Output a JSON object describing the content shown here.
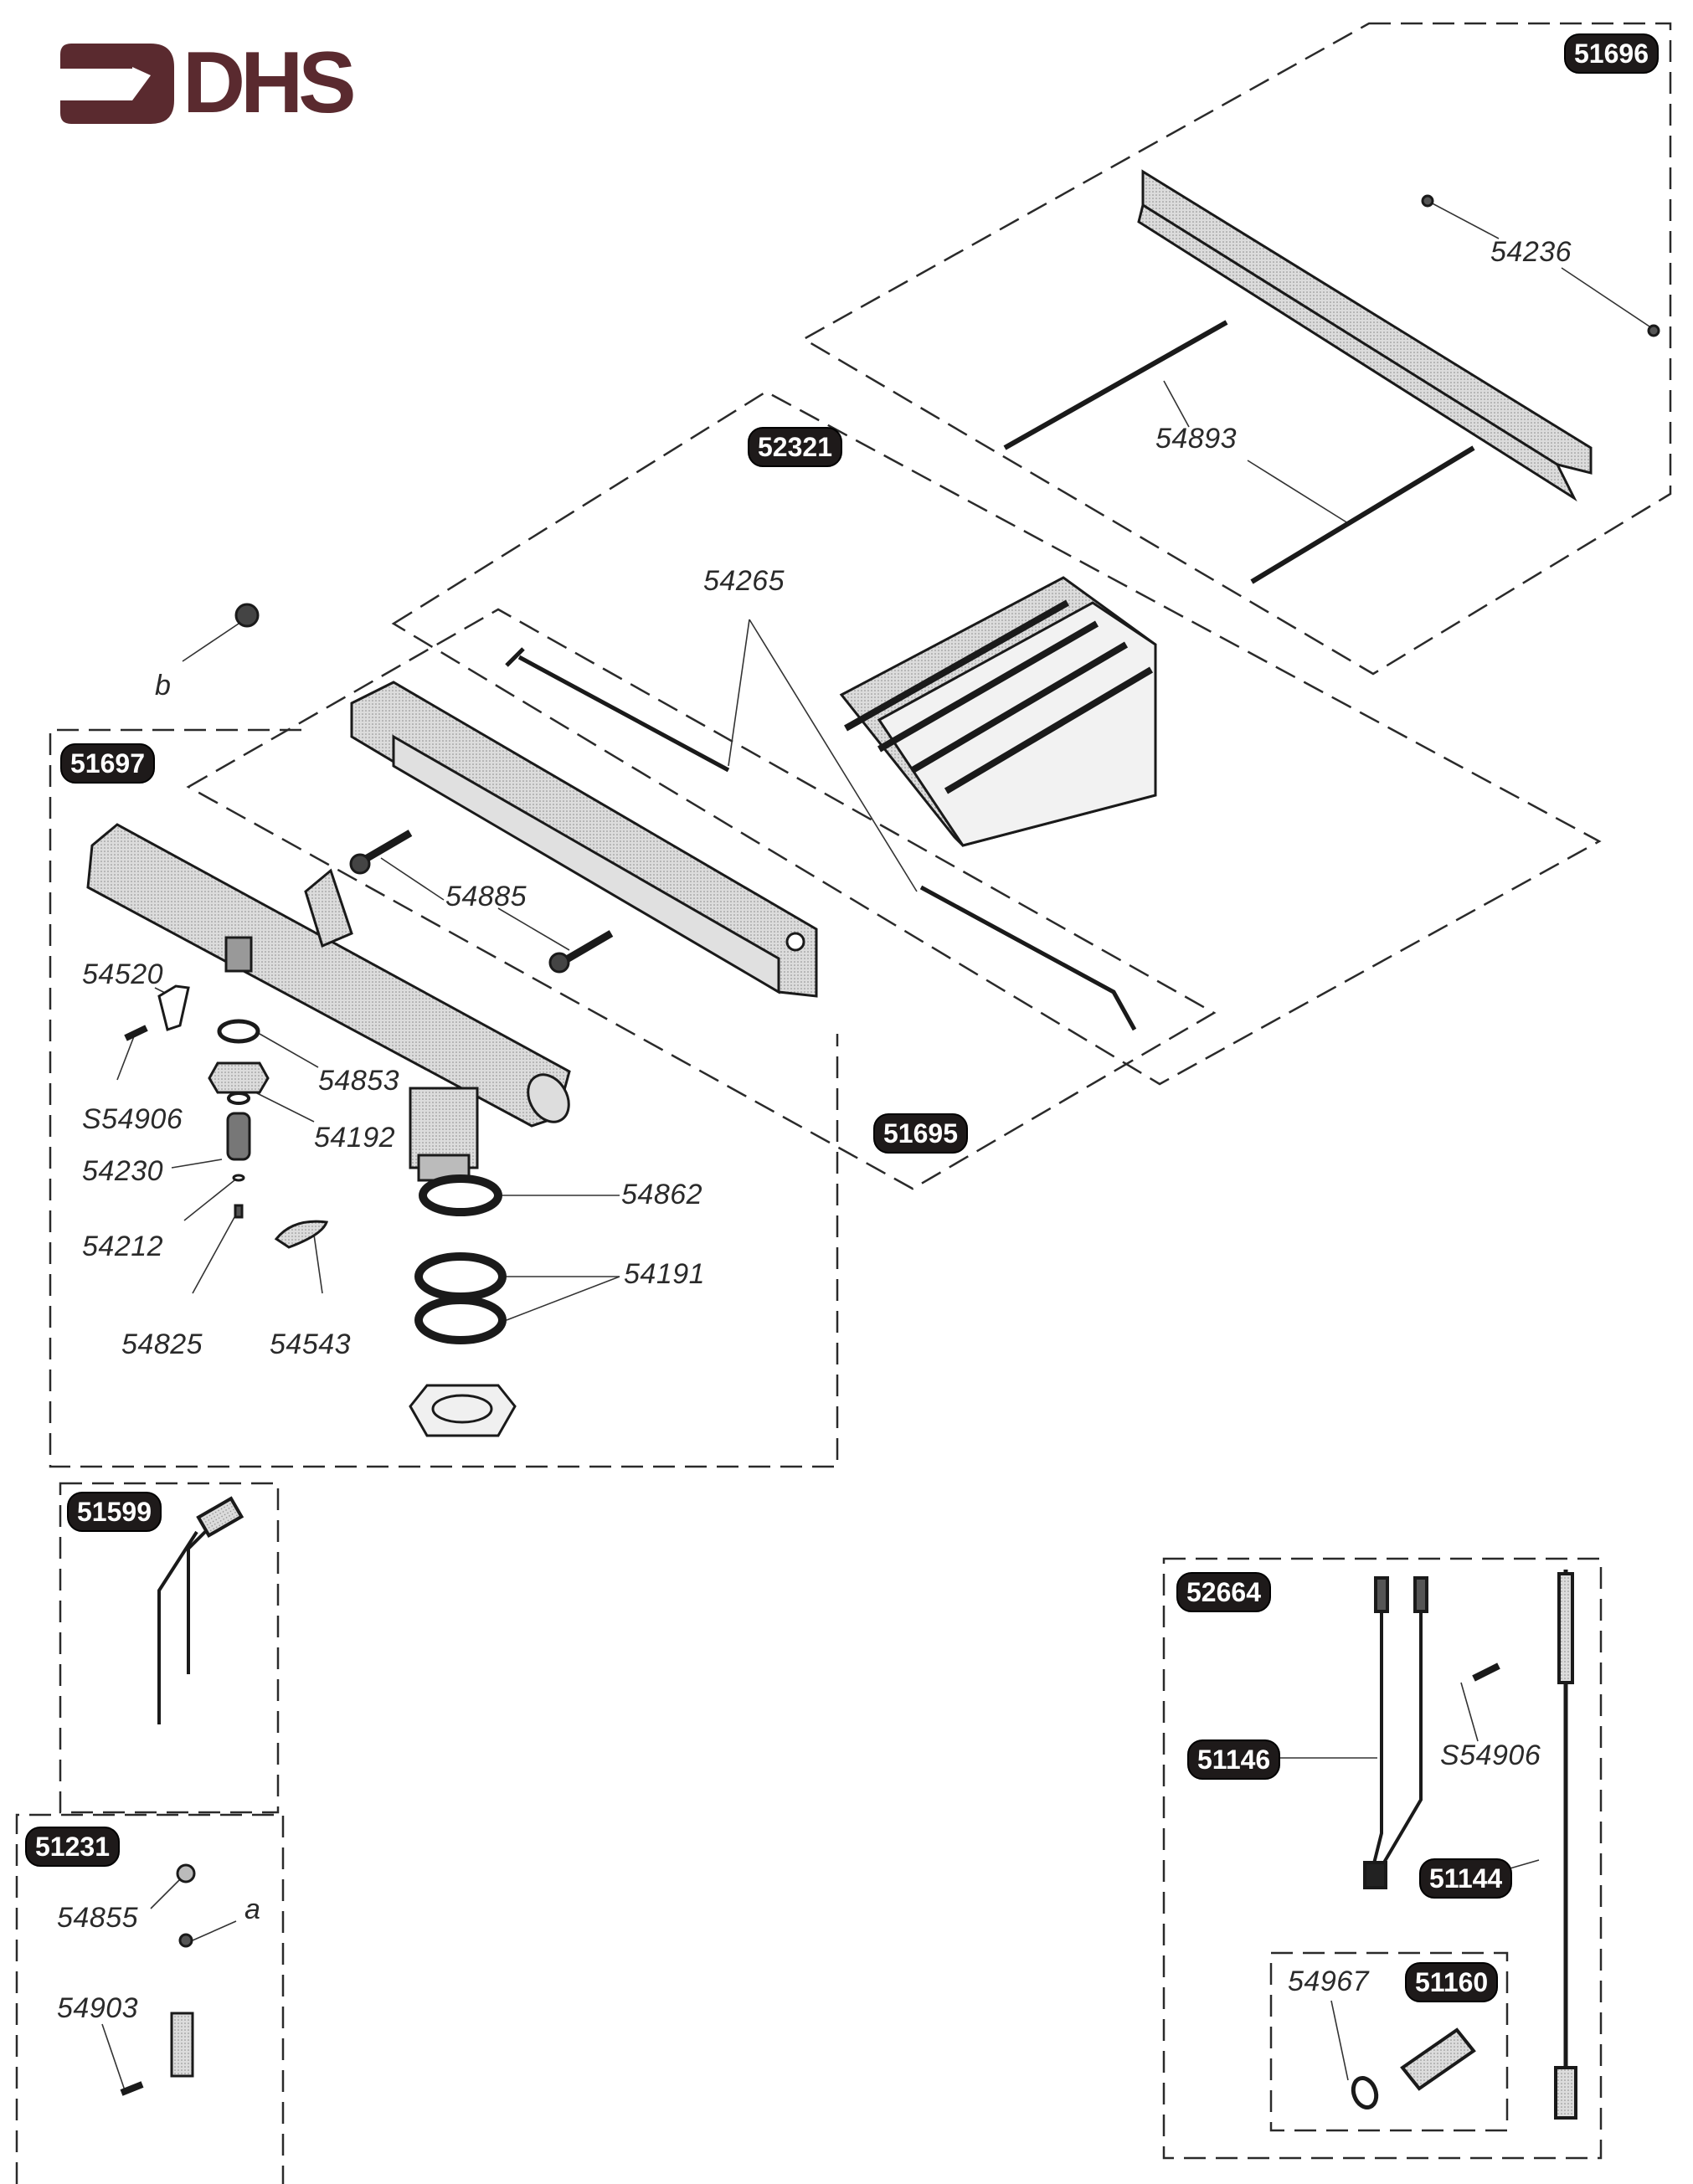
{
  "document": {
    "brand": "DHS",
    "brand_color": "#5a2a2f",
    "badge_color": "#1e1a1a",
    "line_color": "#2a2a2a"
  },
  "assemblies": [
    {
      "id": "51696",
      "parts": [
        "54236",
        "54893"
      ]
    },
    {
      "id": "52321",
      "parts": [
        "54265"
      ]
    },
    {
      "id": "51695",
      "parts": [
        "54885"
      ]
    },
    {
      "id": "51697",
      "parts": [
        "54520",
        "S54906",
        "54853",
        "54192",
        "54230",
        "54212",
        "54825",
        "54543",
        "54862",
        "54191"
      ]
    },
    {
      "id": "51599",
      "parts": []
    },
    {
      "id": "51231",
      "parts": [
        "54855",
        "a",
        "54903"
      ]
    },
    {
      "id": "52664",
      "parts": [
        "51146",
        "S54906",
        "51144",
        "51160"
      ]
    },
    {
      "id": "51160",
      "parts": [
        "54967"
      ]
    }
  ],
  "badges": {
    "b51696": "51696",
    "b52321": "52321",
    "b51695": "51695",
    "b51697": "51697",
    "b51599": "51599",
    "b51231": "51231",
    "b52664": "52664",
    "b51146": "51146",
    "b51144": "51144",
    "b51160": "51160"
  },
  "labels": {
    "l54236": "54236",
    "l54893": "54893",
    "l54265": "54265",
    "lb": "b",
    "l54885": "54885",
    "l54520": "54520",
    "lS54906a": "S54906",
    "l54853": "54853",
    "l54192": "54192",
    "l54230": "54230",
    "l54212": "54212",
    "l54825": "54825",
    "l54543": "54543",
    "l54862": "54862",
    "l54191": "54191",
    "l54855": "54855",
    "la": "a",
    "l54903": "54903",
    "lS54906b": "S54906",
    "l54967": "54967"
  }
}
